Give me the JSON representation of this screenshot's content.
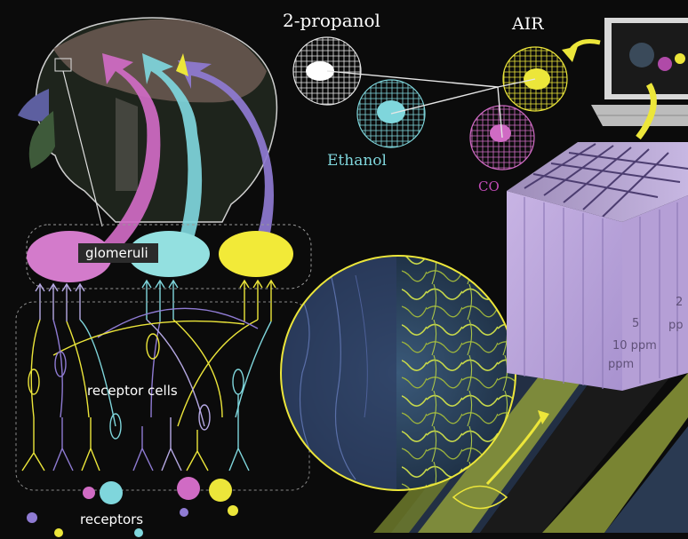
{
  "labels": {
    "propanol": "2-propanol",
    "ethanol": "Ethanol",
    "air": "AIR",
    "co_partial": "CO",
    "glomeruli": "glomeruli",
    "receptor_cells": "receptor cells",
    "receptors": "receptors",
    "ppm_5": "5",
    "ppm_unit_5": "pp",
    "ppm_10": "10  ppm",
    "ppm_unit_bottom": "ppm",
    "ppm_2": "2"
  },
  "colors": {
    "background": "#0b0b0b",
    "yellow": "#ece63a",
    "cyan": "#7fd6dc",
    "magenta": "#d06bc4",
    "purple": "#8f7bd3",
    "lavender": "#c9b3e6",
    "white": "#f2f2f2"
  }
}
